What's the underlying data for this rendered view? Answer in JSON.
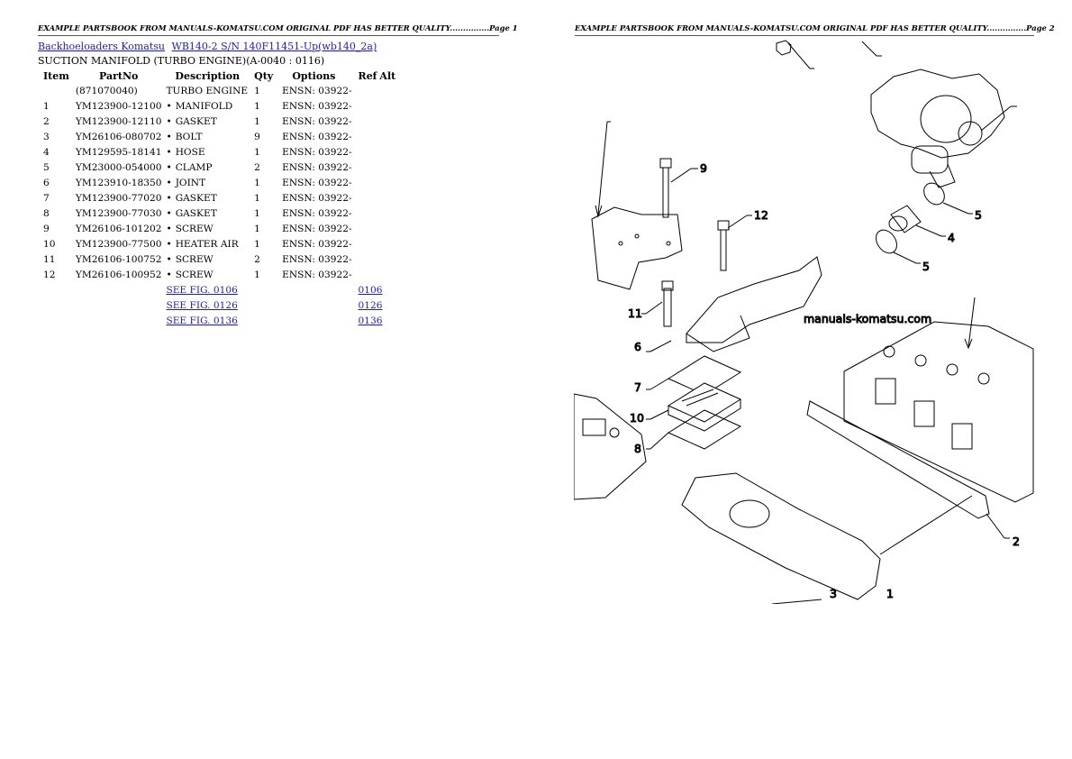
{
  "page1": {
    "header": "EXAMPLE PARTSBOOK FROM MANUALS-KOMATSU.COM ORIGINAL PDF HAS BETTER QUALITY...............Page 1",
    "breadcrumb": [
      {
        "label": "Backhoeloaders Komatsu"
      },
      {
        "label": "WB140-2 S/N 140F11451-Up(wb140_2a)"
      }
    ],
    "subtitle": "SUCTION MANIFOLD (TURBO ENGINE)(A-0040 : 0116)",
    "table": {
      "columns": [
        "Item",
        "PartNo",
        "Description",
        "Qty",
        "Options",
        "Ref",
        "Alt"
      ],
      "rows": [
        {
          "item": "",
          "partno": "(871070040)",
          "bullet": "",
          "desc": "TURBO ENGINE",
          "qty": "1",
          "options": "ENSN: 03922-"
        },
        {
          "item": "1",
          "partno": "YM123900-12100",
          "bullet": "•",
          "desc": "MANIFOLD",
          "qty": "1",
          "options": "ENSN: 03922-"
        },
        {
          "item": "2",
          "partno": "YM123900-12110",
          "bullet": "•",
          "desc": "GASKET",
          "qty": "1",
          "options": "ENSN: 03922-"
        },
        {
          "item": "3",
          "partno": "YM26106-080702",
          "bullet": "•",
          "desc": "BOLT",
          "qty": "9",
          "options": "ENSN: 03922-"
        },
        {
          "item": "4",
          "partno": "YM129595-18141",
          "bullet": "•",
          "desc": "HOSE",
          "qty": "1",
          "options": "ENSN: 03922-"
        },
        {
          "item": "5",
          "partno": "YM23000-054000",
          "bullet": "•",
          "desc": "CLAMP",
          "qty": "2",
          "options": "ENSN: 03922-"
        },
        {
          "item": "6",
          "partno": "YM123910-18350",
          "bullet": "•",
          "desc": "JOINT",
          "qty": "1",
          "options": "ENSN: 03922-"
        },
        {
          "item": "7",
          "partno": "YM123900-77020",
          "bullet": "•",
          "desc": "GASKET",
          "qty": "1",
          "options": "ENSN: 03922-"
        },
        {
          "item": "8",
          "partno": "YM123900-77030",
          "bullet": "•",
          "desc": "GASKET",
          "qty": "1",
          "options": "ENSN: 03922-"
        },
        {
          "item": "9",
          "partno": "YM26106-101202",
          "bullet": "•",
          "desc": "SCREW",
          "qty": "1",
          "options": "ENSN: 03922-"
        },
        {
          "item": "10",
          "partno": "YM123900-77500",
          "bullet": "•",
          "desc": "HEATER AIR",
          "qty": "1",
          "options": "ENSN: 03922-"
        },
        {
          "item": "11",
          "partno": "YM26106-100752",
          "bullet": "•",
          "desc": "SCREW",
          "qty": "2",
          "options": "ENSN: 03922-"
        },
        {
          "item": "12",
          "partno": "YM26106-100952",
          "bullet": "•",
          "desc": "SCREW",
          "qty": "1",
          "options": "ENSN: 03922-"
        }
      ],
      "see_fig": [
        {
          "label": "SEE FIG. 0106",
          "ref": "0106"
        },
        {
          "label": "SEE FIG. 0126",
          "ref": "0126"
        },
        {
          "label": "SEE FIG. 0136",
          "ref": "0136"
        }
      ]
    }
  },
  "page2": {
    "header": "EXAMPLE PARTSBOOK FROM MANUALS-KOMATSU.COM ORIGINAL PDF HAS BETTER QUALITY...............Page 2",
    "watermark": "manuals-komatsu.com",
    "callouts": [
      "9",
      "12",
      "5",
      "4",
      "5",
      "11",
      "6",
      "7",
      "10",
      "8",
      "2",
      "3",
      "1"
    ]
  },
  "colors": {
    "link": "#1a1ad6",
    "callout": "#1a1ad6",
    "text": "#000000"
  }
}
